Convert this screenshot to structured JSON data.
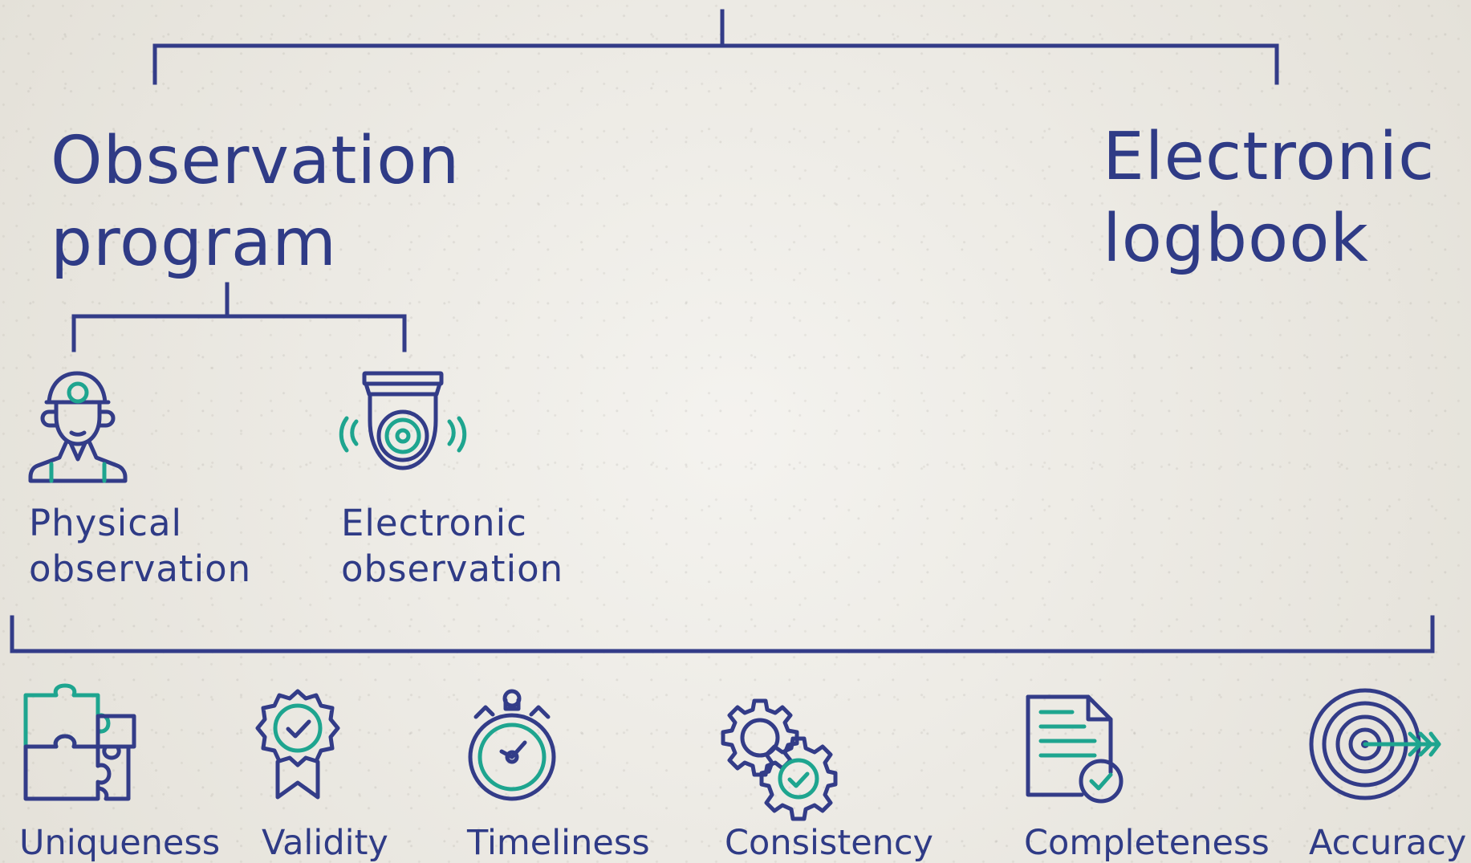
{
  "branches": {
    "observation_program": {
      "title": "Observation\nprogram",
      "children": [
        {
          "label": "Physical\nobservation",
          "icon": "worker-icon"
        },
        {
          "label": "Electronic\nobservation",
          "icon": "security-camera-icon"
        }
      ]
    },
    "electronic_logbook": {
      "title": "Electronic\nlogbook"
    }
  },
  "quality_dimensions": [
    {
      "label": "Uniqueness",
      "icon": "puzzle-icon"
    },
    {
      "label": "Validity",
      "icon": "award-badge-icon"
    },
    {
      "label": "Timeliness",
      "icon": "stopwatch-icon"
    },
    {
      "label": "Consistency",
      "icon": "gears-check-icon"
    },
    {
      "label": "Completeness",
      "icon": "document-check-icon"
    },
    {
      "label": "Accuracy",
      "icon": "target-icon"
    }
  ],
  "colors": {
    "primary": "#333c88",
    "accent": "#1ea58f",
    "background": "#eeece6"
  }
}
